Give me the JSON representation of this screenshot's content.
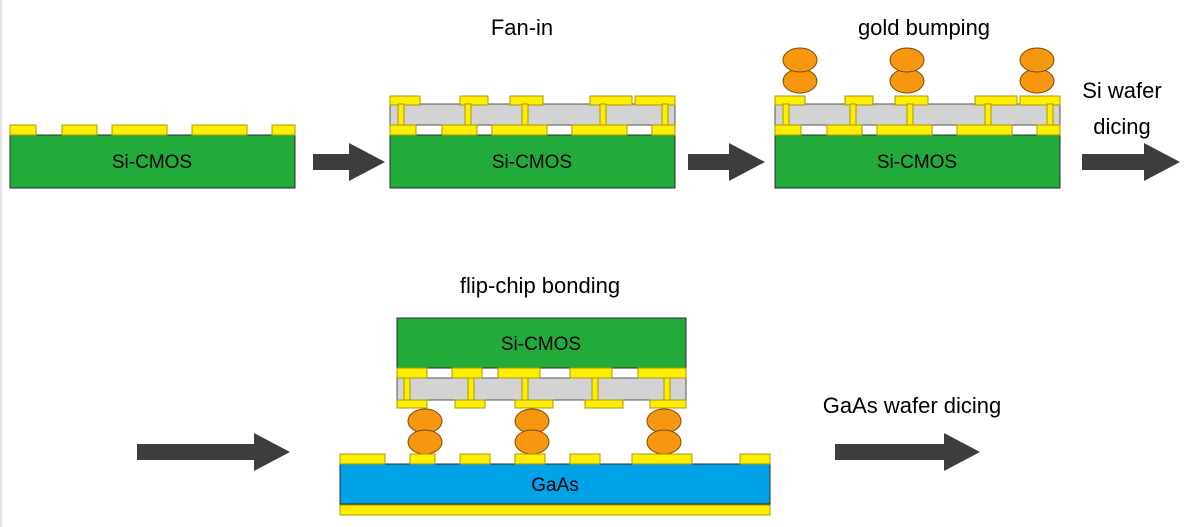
{
  "steps": {
    "fan_in": "Fan-in",
    "gold_bumping": "gold bumping",
    "si_wafer_dicing_line1": "Si wafer",
    "si_wafer_dicing_line2": "dicing",
    "flip_chip_bonding": "flip-chip bonding",
    "gaas_wafer_dicing": "GaAs wafer dicing"
  },
  "layers": {
    "si_cmos": "Si-CMOS",
    "gaas": "GaAs"
  },
  "colors": {
    "si_substrate": "#22AA3A",
    "gaas_substrate": "#00A2E8",
    "metal_pad": "#FFEE00",
    "metal_outline": "#A89A00",
    "dielectric": "#D3D3D3",
    "gold_bump": "#F7960F",
    "arrow": "#3D3D3D"
  }
}
